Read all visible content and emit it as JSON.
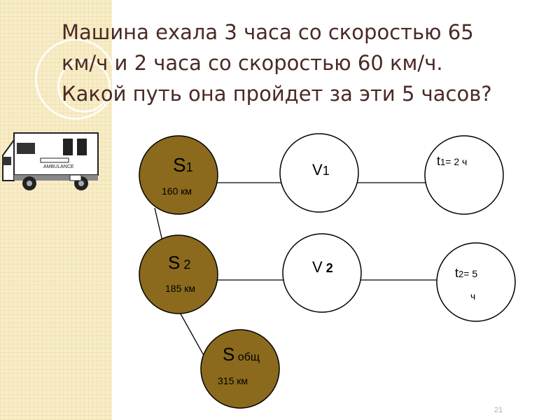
{
  "slide": {
    "title": "Машина ехала 3 часа со скоростью  65\nкм/ч и 2 часа со скоростью 60 км/ч.\nКакой путь она пройдет за эти 5  часов?",
    "page_number": "21"
  },
  "illustration": {
    "kind": "ambulance-icon",
    "lettering": "AMBULANCE"
  },
  "colors": {
    "filled_circle": "#8b6a1d",
    "outline": "#000000",
    "title_text": "#4a2a26",
    "band": "#f7edc8"
  },
  "nodes": {
    "s1": {
      "label": "S",
      "sub": "1",
      "value": "160 км"
    },
    "v1": {
      "label": "V",
      "sub": "1",
      "value": ""
    },
    "t1": {
      "label": "t",
      "sub": "1",
      "value": "= 2 ч"
    },
    "s2": {
      "label": "S",
      "sub": " 2",
      "value": "185 км"
    },
    "v2": {
      "label": "V",
      "sub": " 2",
      "value": ""
    },
    "t2": {
      "label": "t",
      "sub": "2",
      "value": "= 5",
      "value2": "ч"
    },
    "stotal": {
      "label": "S",
      "sub": " общ",
      "value": "315 км"
    }
  }
}
